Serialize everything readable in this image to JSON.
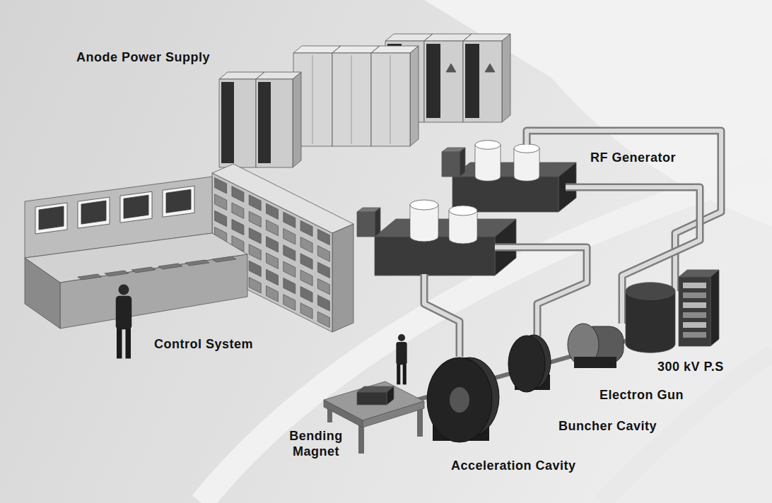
{
  "diagram": {
    "labels": [
      "Anode Power Supply",
      "RF Generator",
      "Control System",
      "300 kV P.S",
      "Electron Gun",
      "Buncher Cavity",
      "Bending Magnet",
      "Acceleration Cavity"
    ]
  }
}
